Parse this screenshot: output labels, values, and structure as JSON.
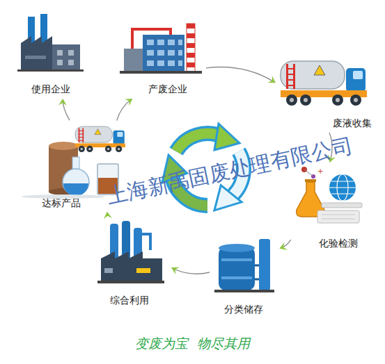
{
  "diagram": {
    "caption": "变废为宝  物尽其用",
    "nodes": [
      {
        "text": [
          "使用企业"
        ]
      },
      {
        "text": [
          "产废企业"
        ]
      },
      {
        "text": [
          "废液收集"
        ]
      },
      {
        "text": [
          "化验检测"
        ]
      },
      {
        "text": [
          "分类储存"
        ]
      },
      {
        "text": [
          "综合利用"
        ]
      },
      {
        "text": [
          "达标产品"
        ]
      }
    ],
    "edges": [
      {
        "from": 1,
        "to": 2,
        "arrow": "to"
      },
      {
        "from": 2,
        "to": 3,
        "arrow": "to"
      },
      {
        "from": 3,
        "to": 4,
        "arrow": "to"
      },
      {
        "from": 4,
        "to": 5,
        "arrow": "to"
      },
      {
        "from": 5,
        "to": 6,
        "arrow": "to"
      },
      {
        "from": 6,
        "to": 0,
        "arrow": "to"
      },
      {
        "from": 6,
        "to": 1,
        "arrow": "to"
      }
    ],
    "labels": [
      "上海新禹固废处理有限公司"
    ]
  }
}
